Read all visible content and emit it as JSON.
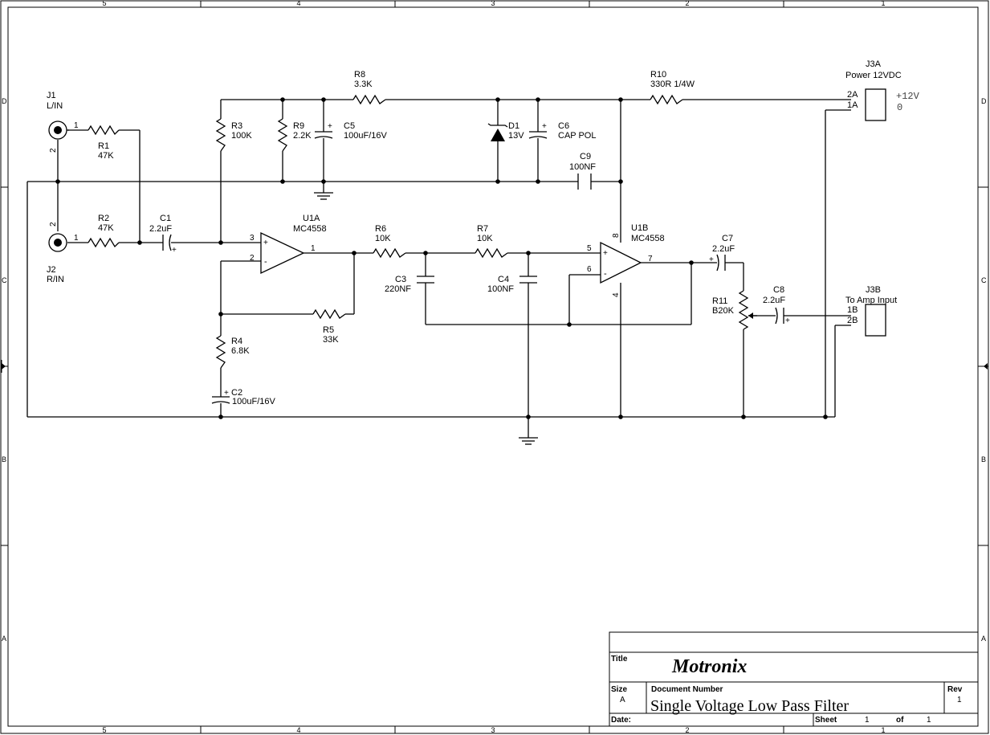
{
  "border": {
    "columns": [
      "5",
      "4",
      "3",
      "2",
      "1"
    ],
    "rows": [
      "D",
      "C",
      "B",
      "A"
    ]
  },
  "components": {
    "J1": {
      "ref": "J1",
      "value": "L/IN",
      "pin1": "1",
      "pin2": "2"
    },
    "J2": {
      "ref": "J2",
      "value": "R/IN",
      "pin1": "1",
      "pin2": "2"
    },
    "R1": {
      "ref": "R1",
      "value": "47K"
    },
    "R2": {
      "ref": "R2",
      "value": "47K"
    },
    "R3": {
      "ref": "R3",
      "value": "100K"
    },
    "R4": {
      "ref": "R4",
      "value": "6.8K"
    },
    "R5": {
      "ref": "R5",
      "value": "33K"
    },
    "R6": {
      "ref": "R6",
      "value": "10K"
    },
    "R7": {
      "ref": "R7",
      "value": "10K"
    },
    "R8": {
      "ref": "R8",
      "value": "3.3K"
    },
    "R9": {
      "ref": "R9",
      "value": "2.2K"
    },
    "R10": {
      "ref": "R10",
      "value": "330R 1/4W"
    },
    "R11": {
      "ref": "R11",
      "value": "B20K"
    },
    "C1": {
      "ref": "C1",
      "value": "2.2uF"
    },
    "C2": {
      "ref": "C2",
      "value": "100uF/16V"
    },
    "C3": {
      "ref": "C3",
      "value": "220NF"
    },
    "C4": {
      "ref": "C4",
      "value": "100NF"
    },
    "C5": {
      "ref": "C5",
      "value": "100uF/16V"
    },
    "C6": {
      "ref": "C6",
      "value": "CAP POL"
    },
    "C7": {
      "ref": "C7",
      "value": "2.2uF"
    },
    "C8": {
      "ref": "C8",
      "value": "2.2uF"
    },
    "C9": {
      "ref": "C9",
      "value": "100NF"
    },
    "D1": {
      "ref": "D1",
      "value": "13V"
    },
    "U1A": {
      "ref": "U1A",
      "value": "MC4558",
      "pin_plus": "3",
      "pin_minus": "2",
      "pin_out": "1"
    },
    "U1B": {
      "ref": "U1B",
      "value": "MC4558",
      "pin_plus": "5",
      "pin_minus": "6",
      "pin_out": "7",
      "pin_vcc": "8",
      "pin_gnd": "4"
    },
    "J3A": {
      "ref": "J3A",
      "value": "Power 12VDC",
      "pin_a": "2A",
      "pin_b": "1A",
      "note_a": "+12V",
      "note_b": "0"
    },
    "J3B": {
      "ref": "J3B",
      "value": "To Amp Input",
      "pin_a": "1B",
      "pin_b": "2B"
    }
  },
  "signs": {
    "plus": "+",
    "minus": "-"
  },
  "title_block": {
    "title_label": "Title",
    "title": "Motronix",
    "size_label": "Size",
    "size": "A",
    "doc_label": "Document Number",
    "doc": "Single Voltage Low Pass Filter",
    "rev_label": "Rev",
    "rev": "1",
    "date_label": "Date:",
    "sheet_label": "Sheet",
    "sheet": "1",
    "of_label": "of",
    "of": "1"
  }
}
